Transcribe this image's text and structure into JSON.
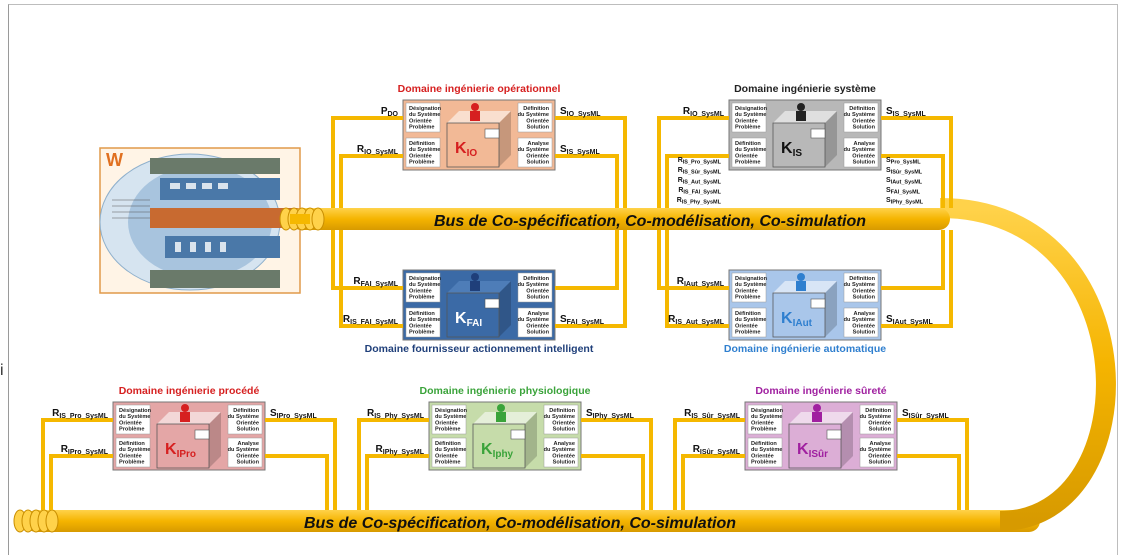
{
  "side_char": "i",
  "bus_label": "Bus de Co-spécification, Co-modélisation, Co-simulation",
  "w_label": "W",
  "cells": {
    "tl": [
      "Désignation",
      "du Système",
      "Orientée",
      "Problème"
    ],
    "tr": [
      "Définition",
      "du Système",
      "Orientée",
      "Solution"
    ],
    "bl": [
      "Définition",
      "du Système",
      "Orientée",
      "Problème"
    ],
    "br": [
      "Analyse",
      "du Système",
      "Orientée",
      "Solution"
    ]
  },
  "domains": {
    "io": {
      "title": "Domaine ingénierie opérationnel",
      "k": "K",
      "sub": "IO",
      "color": "#f2b996",
      "title_color": "#d62020",
      "in_top": {
        "m": "P",
        "s": "DO"
      },
      "out_top": {
        "m": "S",
        "s": "IO_SysML"
      },
      "in_bot": {
        "m": "R",
        "s": "IO_SysML"
      },
      "out_bot": {
        "m": "S",
        "s": "IS_SysML"
      }
    },
    "is": {
      "title": "Domaine ingénierie système",
      "k": "K",
      "sub": "IS",
      "color": "#b8b8b8",
      "title_color": "#222222",
      "in_top": {
        "m": "R",
        "s": "IO_SysML"
      },
      "out_top": {
        "m": "S",
        "s": "IS_SysML"
      },
      "left_list": [
        {
          "m": "R",
          "s": "IS_Pro_SysML"
        },
        {
          "m": "R",
          "s": "IS_Sûr_SysML"
        },
        {
          "m": "R",
          "s": "IS_Aut_SysML"
        },
        {
          "m": "R",
          "s": "IS_FAI_SysML"
        },
        {
          "m": "R",
          "s": "IS_Phy_SysML"
        }
      ],
      "right_list": [
        {
          "m": "S",
          "s": "Pro_SysML"
        },
        {
          "m": "S",
          "s": "ISûr_SysML"
        },
        {
          "m": "S",
          "s": "IAut_SysML"
        },
        {
          "m": "S",
          "s": "FAI_SysML"
        },
        {
          "m": "S",
          "s": "IPhy_SysML"
        }
      ]
    },
    "fai": {
      "title": "Domaine fournisseur actionnement intelligent",
      "k": "K",
      "sub": "FAI",
      "color": "#3b6aa6",
      "title_color": "#1f3f7a",
      "in_top": {
        "m": "R",
        "s": "FAI_SysML"
      },
      "in_bot": {
        "m": "R",
        "s": "IS_FAI_SysML"
      },
      "out_bot": {
        "m": "S",
        "s": "FAI_SysML"
      }
    },
    "aut": {
      "title": "Domaine ingénierie automatique",
      "k": "K",
      "sub": "IAut",
      "color": "#a9c6ea",
      "title_color": "#2f7fcf",
      "in_top": {
        "m": "R",
        "s": "IAut_SysML"
      },
      "in_bot": {
        "m": "R",
        "s": "IS_Aut_SysML"
      },
      "out_bot": {
        "m": "S",
        "s": "IAut_SysML"
      }
    },
    "pro": {
      "title": "Domaine ingénierie procédé",
      "k": "K",
      "sub": "IPro",
      "color": "#e4a6a6",
      "title_color": "#d62020",
      "in_top": {
        "m": "R",
        "s": "IS_Pro_SysML"
      },
      "out_top": {
        "m": "S",
        "s": "IPro_SysML"
      },
      "in_bot": {
        "m": "R",
        "s": "IPro_SysML"
      }
    },
    "phy": {
      "title": "Domaine ingénierie physiologique",
      "k": "K",
      "sub": "Iphy",
      "color": "#c6dcaa",
      "title_color": "#3aa33a",
      "in_top": {
        "m": "R",
        "s": "IS_Phy_SysML"
      },
      "out_top": {
        "m": "S",
        "s": "IPhy_SysML"
      },
      "in_bot": {
        "m": "R",
        "s": "IPhy_SysML"
      }
    },
    "sur": {
      "title": "Domaine ingénierie sûreté",
      "k": "K",
      "sub": "ISûr",
      "color": "#dcaed6",
      "title_color": "#a020a0",
      "in_top": {
        "m": "R",
        "s": "IS_Sûr_SysML"
      },
      "out_top": {
        "m": "S",
        "s": "ISûr_SysML"
      },
      "in_bot": {
        "m": "R",
        "s": "ISûr_SysML"
      }
    }
  },
  "colors": {
    "bus": "#f5b800",
    "bus_dark": "#e0a000",
    "line": "#f5b800",
    "box_border": "#777777"
  }
}
